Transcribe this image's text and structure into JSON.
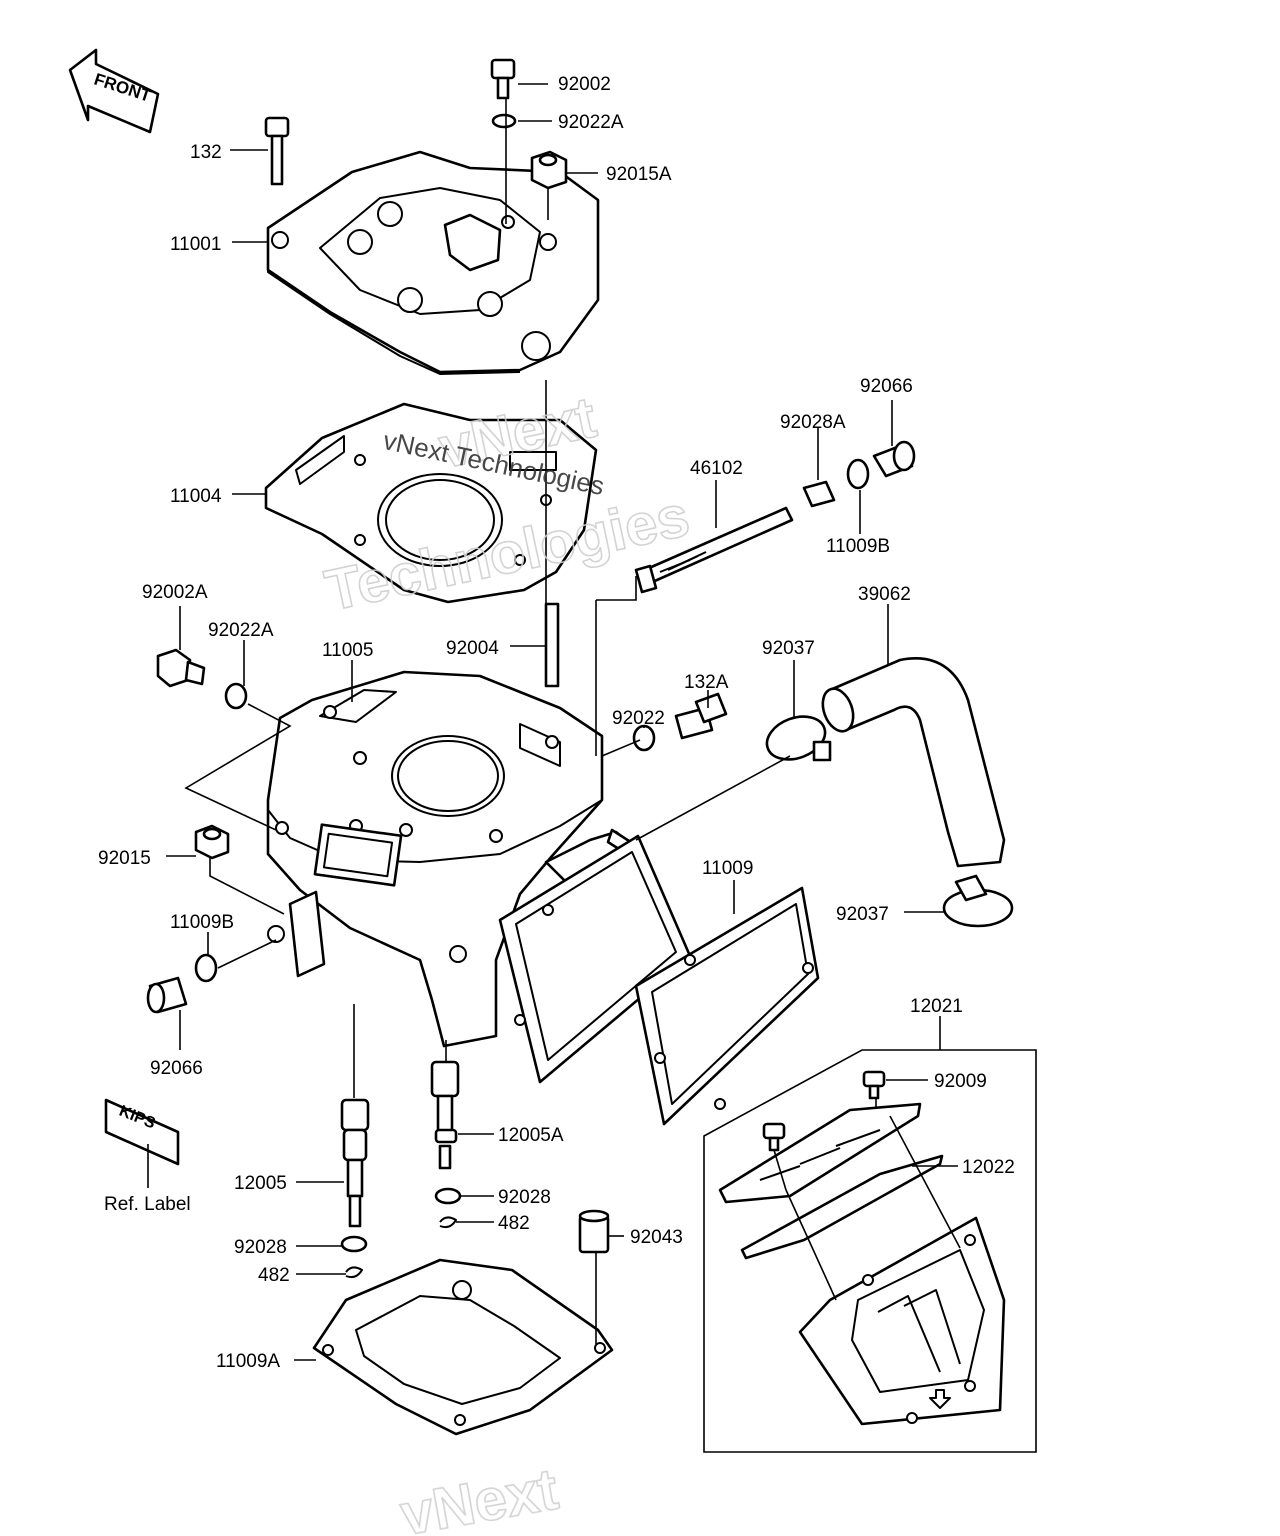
{
  "watermark": {
    "line1": "vNext",
    "line2": "Technologies",
    "small": "vNext Technologies"
  },
  "front_label": "FRONT",
  "kips_label": "KIPS",
  "ref_label": "Ref. Label",
  "parts": {
    "p92002": "92002",
    "p92022A_top": "92022A",
    "p92015A": "92015A",
    "p132": "132",
    "p11001": "11001",
    "p92066_top": "92066",
    "p92028A": "92028A",
    "p46102": "46102",
    "p11009B_top": "11009B",
    "p11004": "11004",
    "p39062": "39062",
    "p92002A": "92002A",
    "p92022A_left": "92022A",
    "p11005": "11005",
    "p92004": "92004",
    "p92037_top": "92037",
    "p132A": "132A",
    "p92022": "92022",
    "p92015": "92015",
    "p11009": "11009",
    "p11009B_left": "11009B",
    "p92037_right": "92037",
    "p92066_left": "92066",
    "p12021": "12021",
    "p92009": "92009",
    "p12005A": "12005A",
    "p12022": "12022",
    "p12005": "12005",
    "p92028_right": "92028",
    "p482_right": "482",
    "p92043": "92043",
    "p92028_left": "92028",
    "p482_left": "482",
    "p11009A": "11009A"
  }
}
